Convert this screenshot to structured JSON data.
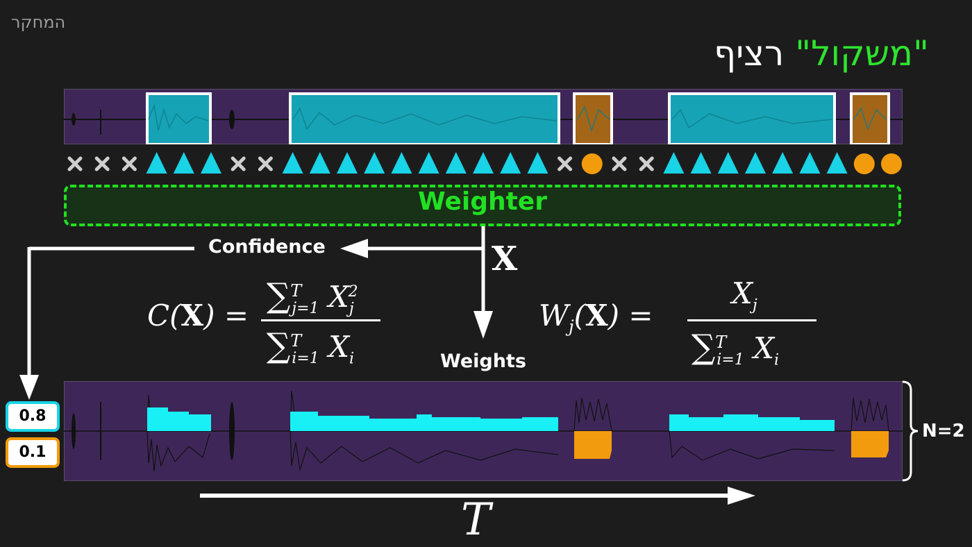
{
  "header": {
    "section_label": "המחקר",
    "title_accent": "\"משקול\"",
    "title_plain": "רציף"
  },
  "colors": {
    "background": "#1c1c1c",
    "panel": "#3e2758",
    "speech": "#19d3e6",
    "other": "#f29b0d",
    "weighter": "#22e022",
    "ignored": "#cfcfcf"
  },
  "frame_symbols": [
    "x",
    "x",
    "x",
    "triangle",
    "triangle",
    "triangle",
    "x",
    "x",
    "triangle",
    "triangle",
    "triangle",
    "triangle",
    "triangle",
    "triangle",
    "triangle",
    "triangle",
    "triangle",
    "triangle",
    "x",
    "circle",
    "x",
    "x",
    "triangle",
    "triangle",
    "triangle",
    "triangle",
    "triangle",
    "triangle",
    "triangle",
    "circle",
    "circle"
  ],
  "weighter": {
    "label": "Weighter"
  },
  "flow": {
    "confidence_label": "Confidence",
    "weights_label": "Weights",
    "x_label": "X"
  },
  "formulas": {
    "confidence": "C(X) = Σ_{j=1}^{T} X_j^2 / Σ_{i=1}^{T} X_i",
    "weights": "W_j(X) = X_j / Σ_{i=1}^{T} X_i"
  },
  "confidences": [
    {
      "value": "0.8",
      "color": "speech"
    },
    {
      "value": "0.1",
      "color": "other"
    }
  ],
  "n_label": "N=2",
  "time_label": "T"
}
